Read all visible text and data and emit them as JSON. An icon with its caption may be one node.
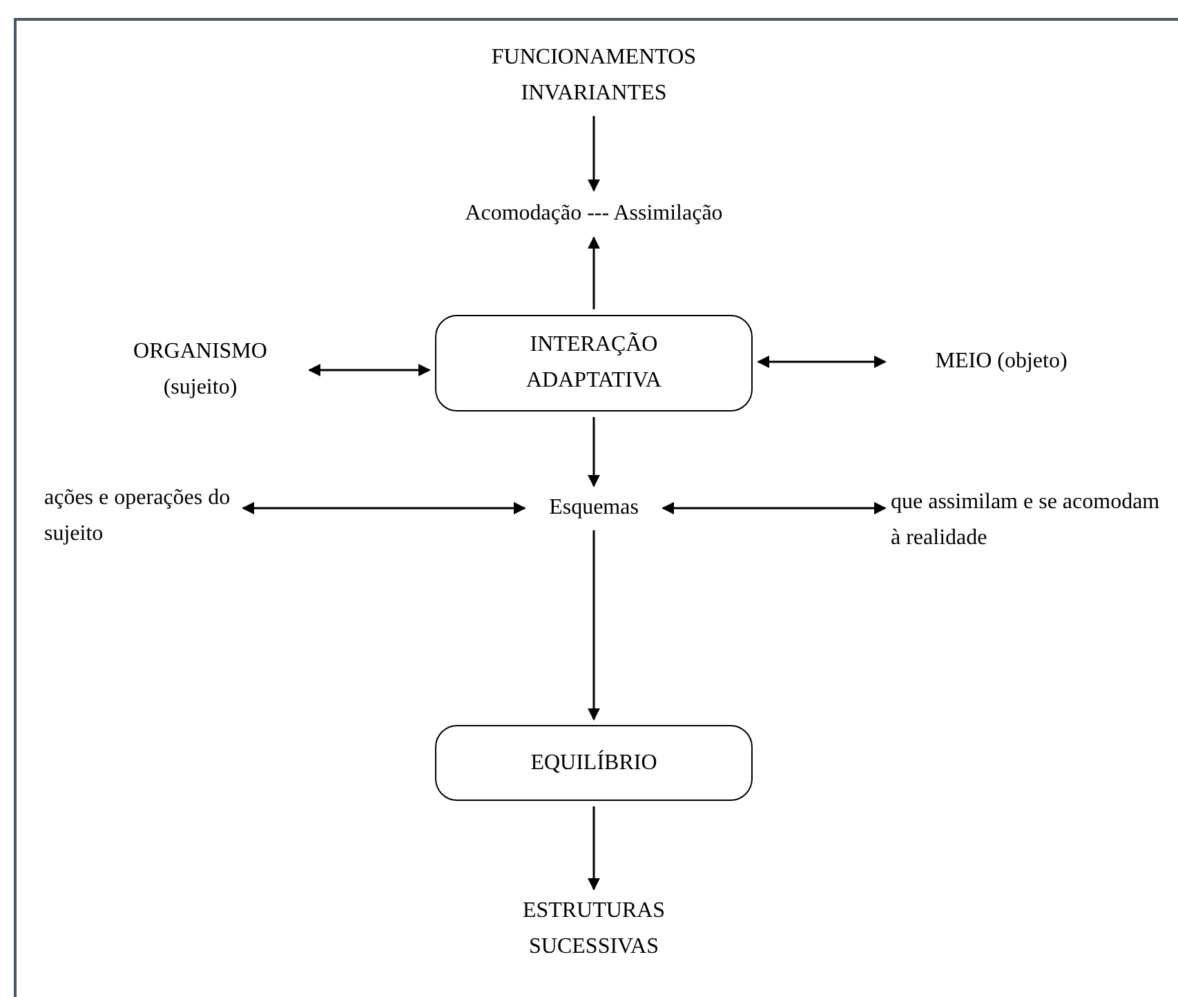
{
  "diagram": {
    "nodes": [
      {
        "text": [
          "FUNCIONAMENTOS INVARIANTES"
        ]
      },
      {
        "text": [
          "Acomodação --- Assimilação"
        ]
      },
      {
        "text": [
          "ORGANISMO (sujeito)"
        ]
      },
      {
        "text": [
          "INTERAÇÃO ADAPTATIVA"
        ]
      },
      {
        "text": [
          "MEIO (objeto)"
        ]
      },
      {
        "text": [
          "ações e operações do sujeito"
        ]
      },
      {
        "text": [
          "Esquemas"
        ]
      },
      {
        "text": [
          "que assimilam e se acomodam à realidade"
        ]
      },
      {
        "text": [
          "EQUILÍBRIO"
        ]
      },
      {
        "text": [
          "ESTRUTURAS SUCESSIVAS"
        ]
      }
    ],
    "edges": [
      {
        "from": 0,
        "to": 1,
        "arrow": "to"
      },
      {
        "from": 3,
        "to": 1,
        "arrow": "to"
      },
      {
        "from": 2,
        "to": 3,
        "arrow": "both"
      },
      {
        "from": 3,
        "to": 4,
        "arrow": "both"
      },
      {
        "from": 3,
        "to": 6,
        "arrow": "to"
      },
      {
        "from": 5,
        "to": 6,
        "arrow": "both"
      },
      {
        "from": 6,
        "to": 7,
        "arrow": "both"
      },
      {
        "from": 6,
        "to": 8,
        "arrow": "to"
      },
      {
        "from": 8,
        "to": 9,
        "arrow": "to"
      }
    ]
  }
}
